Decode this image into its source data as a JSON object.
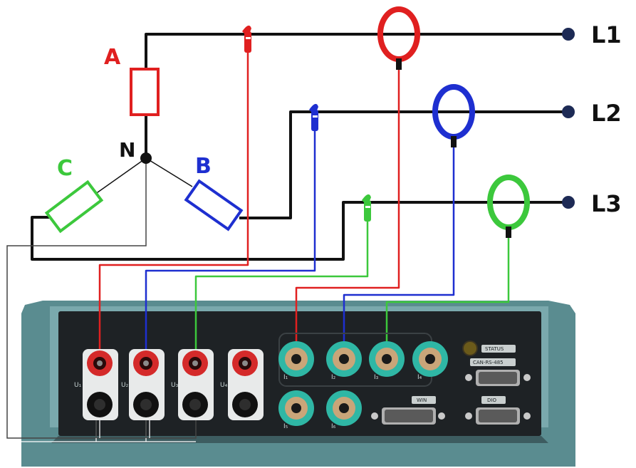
{
  "lines": [
    {
      "label": "L1"
    },
    {
      "label": "L2"
    },
    {
      "label": "L3"
    }
  ],
  "loads": {
    "a": {
      "label": "A",
      "color": "#e02020"
    },
    "b": {
      "label": "B",
      "color": "#1e2fd0"
    },
    "c": {
      "label": "C",
      "color": "#3cc83c"
    },
    "neutral": {
      "label": "N"
    }
  },
  "voltage_inputs": [
    "U₁",
    "U₂",
    "U₃",
    "U₄"
  ],
  "current_inputs": [
    "I₁",
    "I₂",
    "I₃",
    "I₄",
    "I₅",
    "I₆"
  ],
  "controls": {
    "status": "STATUS",
    "comm": "CAN-RS-485",
    "port_a": "WIN",
    "port_b": "DIO"
  },
  "colors": {
    "wire_black": "#111111",
    "device_body": "#5a8c90",
    "panel": "#1e2225",
    "current_jack": "#2fb7a5",
    "node_dot": "#1d2a55"
  }
}
